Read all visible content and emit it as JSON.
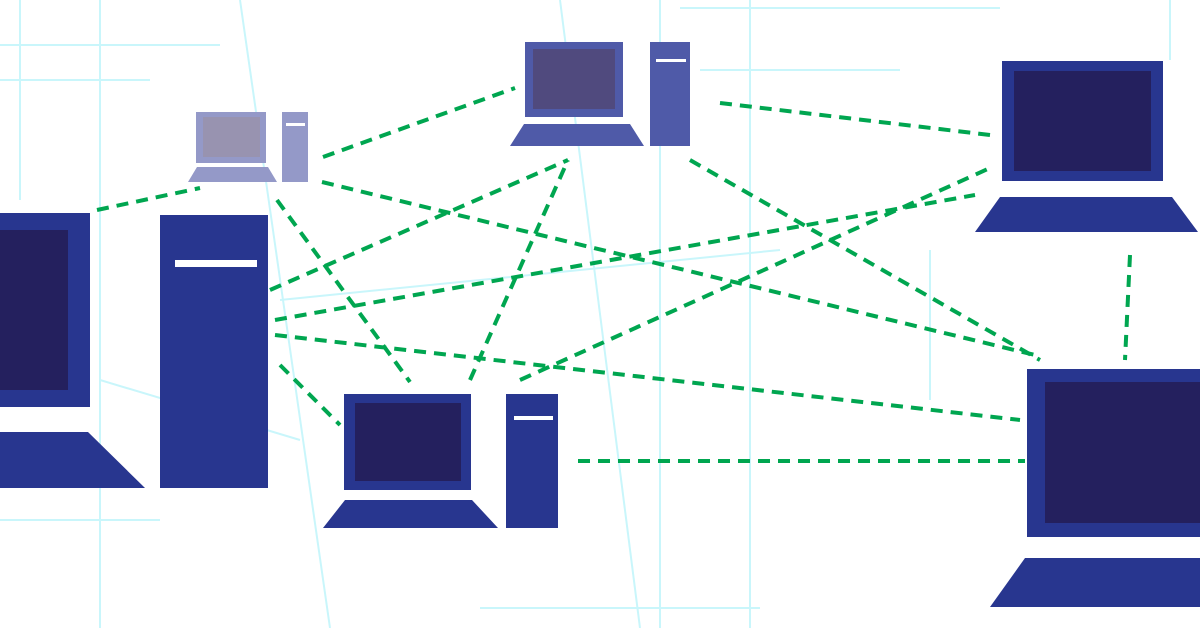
{
  "colors": {
    "device_primary": "#28368f",
    "screen_inner": "#24205e",
    "device_mid": "#4f5aa8",
    "screen_inner_mid": "#504a7e",
    "device_light": "#9499c8",
    "screen_inner_light": "#9893b0",
    "connection": "#00a650",
    "background_lines": "#c9f6fb"
  },
  "nodes": [
    {
      "id": "left-laptop",
      "type": "laptop"
    },
    {
      "id": "left-tower",
      "type": "tower"
    },
    {
      "id": "small-top-left-laptop",
      "type": "laptop"
    },
    {
      "id": "small-top-left-tower",
      "type": "tower"
    },
    {
      "id": "top-center-laptop",
      "type": "laptop"
    },
    {
      "id": "top-center-tower",
      "type": "tower"
    },
    {
      "id": "top-right-laptop",
      "type": "laptop"
    },
    {
      "id": "center-laptop",
      "type": "laptop"
    },
    {
      "id": "center-tower",
      "type": "tower"
    },
    {
      "id": "bottom-right-laptop",
      "type": "laptop"
    }
  ]
}
